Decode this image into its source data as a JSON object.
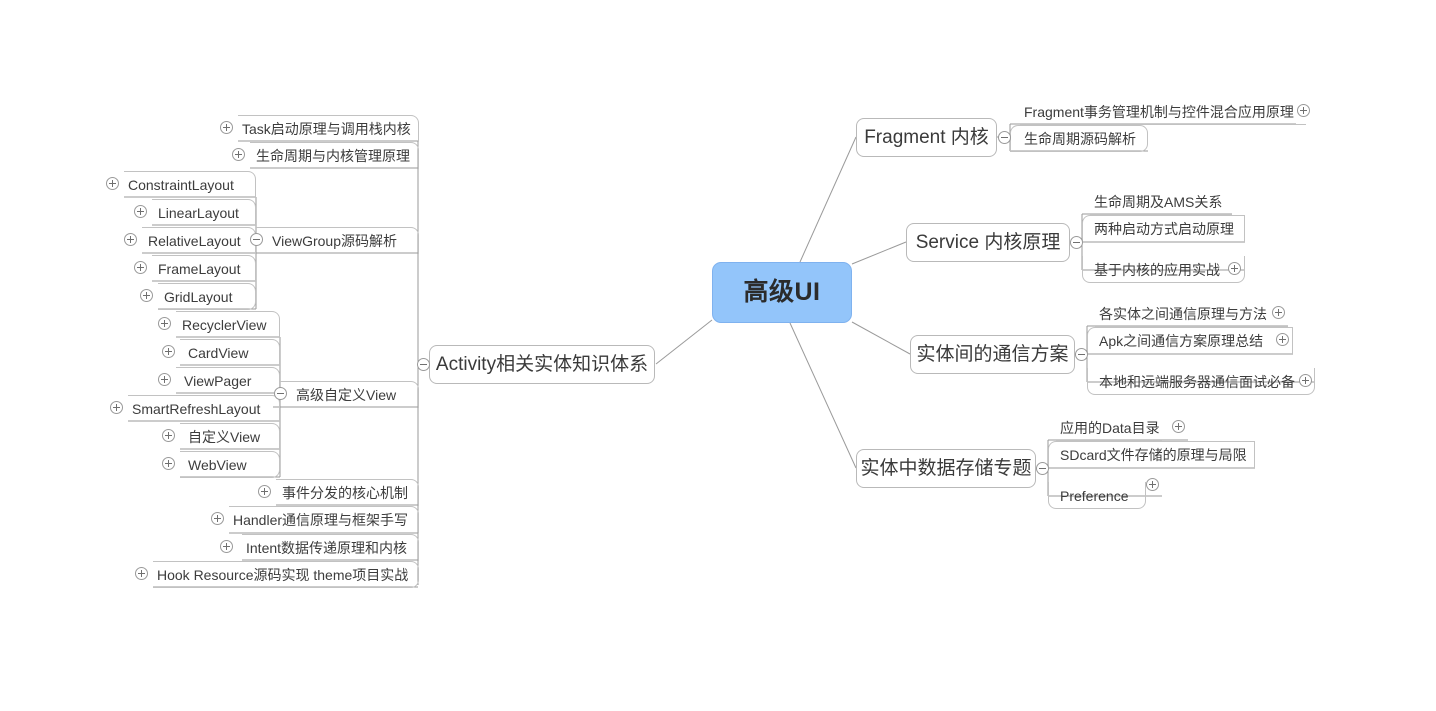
{
  "diagram": {
    "type": "mindmap",
    "title": "高级UI",
    "colors": {
      "root_fill": "#93c5fa",
      "root_border": "#7fb2ef",
      "node_border": "#b9b9b9",
      "leaf_border": "#c2c2c2",
      "text": "#3c3c3c",
      "root_text": "#2b2b2b",
      "line": "#9a9a9a",
      "background": "#ffffff"
    },
    "icons": {
      "expand": "plus-circle-icon",
      "collapse": "minus-circle-icon"
    }
  },
  "root": {
    "label": "高级UI"
  },
  "branches": {
    "activity": {
      "label": "Activity相关实体知识体系",
      "toggle": "collapse",
      "children": [
        {
          "label": "Task启动原理与调用栈内核",
          "toggle": "expand"
        },
        {
          "label": "生命周期与内核管理原理",
          "toggle": "expand"
        },
        {
          "label": "ViewGroup源码解析",
          "toggle": "collapse"
        },
        {
          "label": "高级自定义View",
          "toggle": "collapse"
        },
        {
          "label": "事件分发的核心机制",
          "toggle": "expand"
        },
        {
          "label": "Handler通信原理与框架手写",
          "toggle": "expand"
        },
        {
          "label": "Intent数据传递原理和内核",
          "toggle": "expand"
        },
        {
          "label": "Hook Resource源码实现 theme项目实战",
          "toggle": "expand"
        }
      ]
    },
    "viewgroup_children": [
      {
        "label": "ConstraintLayout",
        "toggle": "expand"
      },
      {
        "label": "LinearLayout",
        "toggle": "expand"
      },
      {
        "label": "RelativeLayout",
        "toggle": "expand"
      },
      {
        "label": "FrameLayout",
        "toggle": "expand"
      },
      {
        "label": "GridLayout",
        "toggle": "expand"
      }
    ],
    "customview_children": [
      {
        "label": "RecyclerView",
        "toggle": "expand"
      },
      {
        "label": "CardView",
        "toggle": "expand"
      },
      {
        "label": "ViewPager",
        "toggle": "expand"
      },
      {
        "label": "SmartRefreshLayout",
        "toggle": "expand"
      },
      {
        "label": "自定义View",
        "toggle": "expand"
      },
      {
        "label": "WebView",
        "toggle": "expand"
      }
    ],
    "fragment": {
      "label": "Fragment 内核",
      "toggle": "collapse",
      "children": [
        {
          "label": "Fragment事务管理机制与控件混合应用原理",
          "toggle": "expand"
        },
        {
          "label": "生命周期源码解析",
          "toggle": "none"
        }
      ]
    },
    "service": {
      "label": "Service 内核原理",
      "toggle": "collapse",
      "children": [
        {
          "label": "生命周期及AMS关系",
          "toggle": "none"
        },
        {
          "label": "两种启动方式启动原理",
          "toggle": "none"
        },
        {
          "label": "基于内核的应用实战",
          "toggle": "expand"
        }
      ]
    },
    "communication": {
      "label": "实体间的通信方案",
      "toggle": "collapse",
      "children": [
        {
          "label": "各实体之间通信原理与方法",
          "toggle": "expand"
        },
        {
          "label": "Apk之间通信方案原理总结",
          "toggle": "expand"
        },
        {
          "label": "本地和远端服务器通信面试必备",
          "toggle": "expand"
        }
      ]
    },
    "storage": {
      "label": "实体中数据存储专题",
      "toggle": "collapse",
      "children": [
        {
          "label": "应用的Data目录",
          "toggle": "expand"
        },
        {
          "label": "SDcard文件存储的原理与局限",
          "toggle": "none"
        },
        {
          "label": "Preference",
          "toggle": "expand"
        }
      ]
    }
  }
}
